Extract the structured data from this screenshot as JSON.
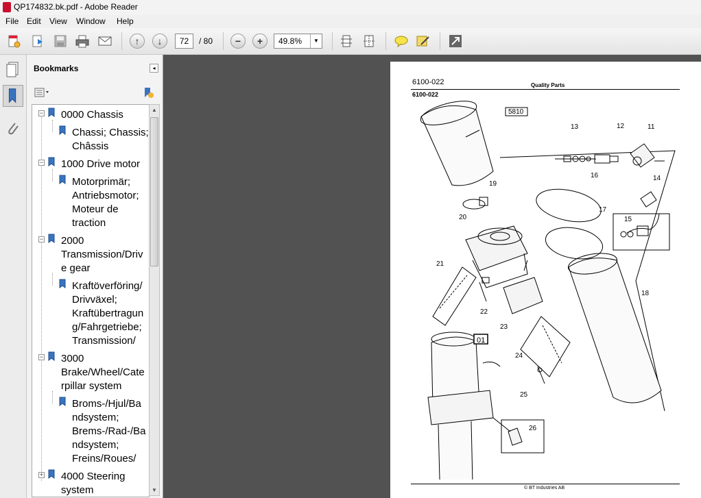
{
  "window": {
    "title": "QP174832.bk.pdf - Adobe Reader"
  },
  "menu": [
    "File",
    "Edit",
    "View",
    "Window",
    "Help"
  ],
  "toolbar": {
    "page_current": "72",
    "page_total": "/ 80",
    "zoom": "49.8%",
    "icons": [
      "create-pdf-icon",
      "export-icon",
      "save-icon",
      "print-icon",
      "email-icon",
      "page-up-icon",
      "page-down-icon",
      "zoom-out-icon",
      "zoom-in-icon",
      "fit-page-icon",
      "fit-width-icon",
      "comment-icon",
      "sign-icon",
      "expand-icon"
    ]
  },
  "bookmarks": {
    "title": "Bookmarks",
    "items": [
      {
        "label": "0000 Chassis",
        "level": 0
      },
      {
        "label": "Chassi; Chassis;\nChâssis",
        "level": 1
      },
      {
        "label": "1000 Drive motor",
        "level": 0
      },
      {
        "label": "Motorprimär;\nAntriebsmotor;\nMoteur de\ntraction",
        "level": 1
      },
      {
        "label": "2000\nTransmission/Driv\ne gear",
        "level": 0
      },
      {
        "label": "Kraftöverföring/\nDrivväxel;\nKraftübertragun\ng/Fahrgetriebe;\nTransmission/",
        "level": 1
      },
      {
        "label": "3000\nBrake/Wheel/Cate\nrpillar system",
        "level": 0
      },
      {
        "label": "Broms-/Hjul/Ba\nndsystem;\nBrems-/Rad-/Ba\nndsystem;\nFreins/Roues/",
        "level": 1
      },
      {
        "label": "4000 Steering\nsystem",
        "level": 0
      }
    ]
  },
  "document": {
    "header_code": "6100-022",
    "header_title": "Quality Parts",
    "sub_code": "6100-022",
    "footer": "© BT Industries AB",
    "callouts": [
      "5810",
      "13",
      "12",
      "11",
      "19",
      "16",
      "14",
      "20",
      "17",
      "15",
      "21",
      "22",
      "18",
      "23",
      "01",
      "24",
      "25",
      "26"
    ]
  }
}
